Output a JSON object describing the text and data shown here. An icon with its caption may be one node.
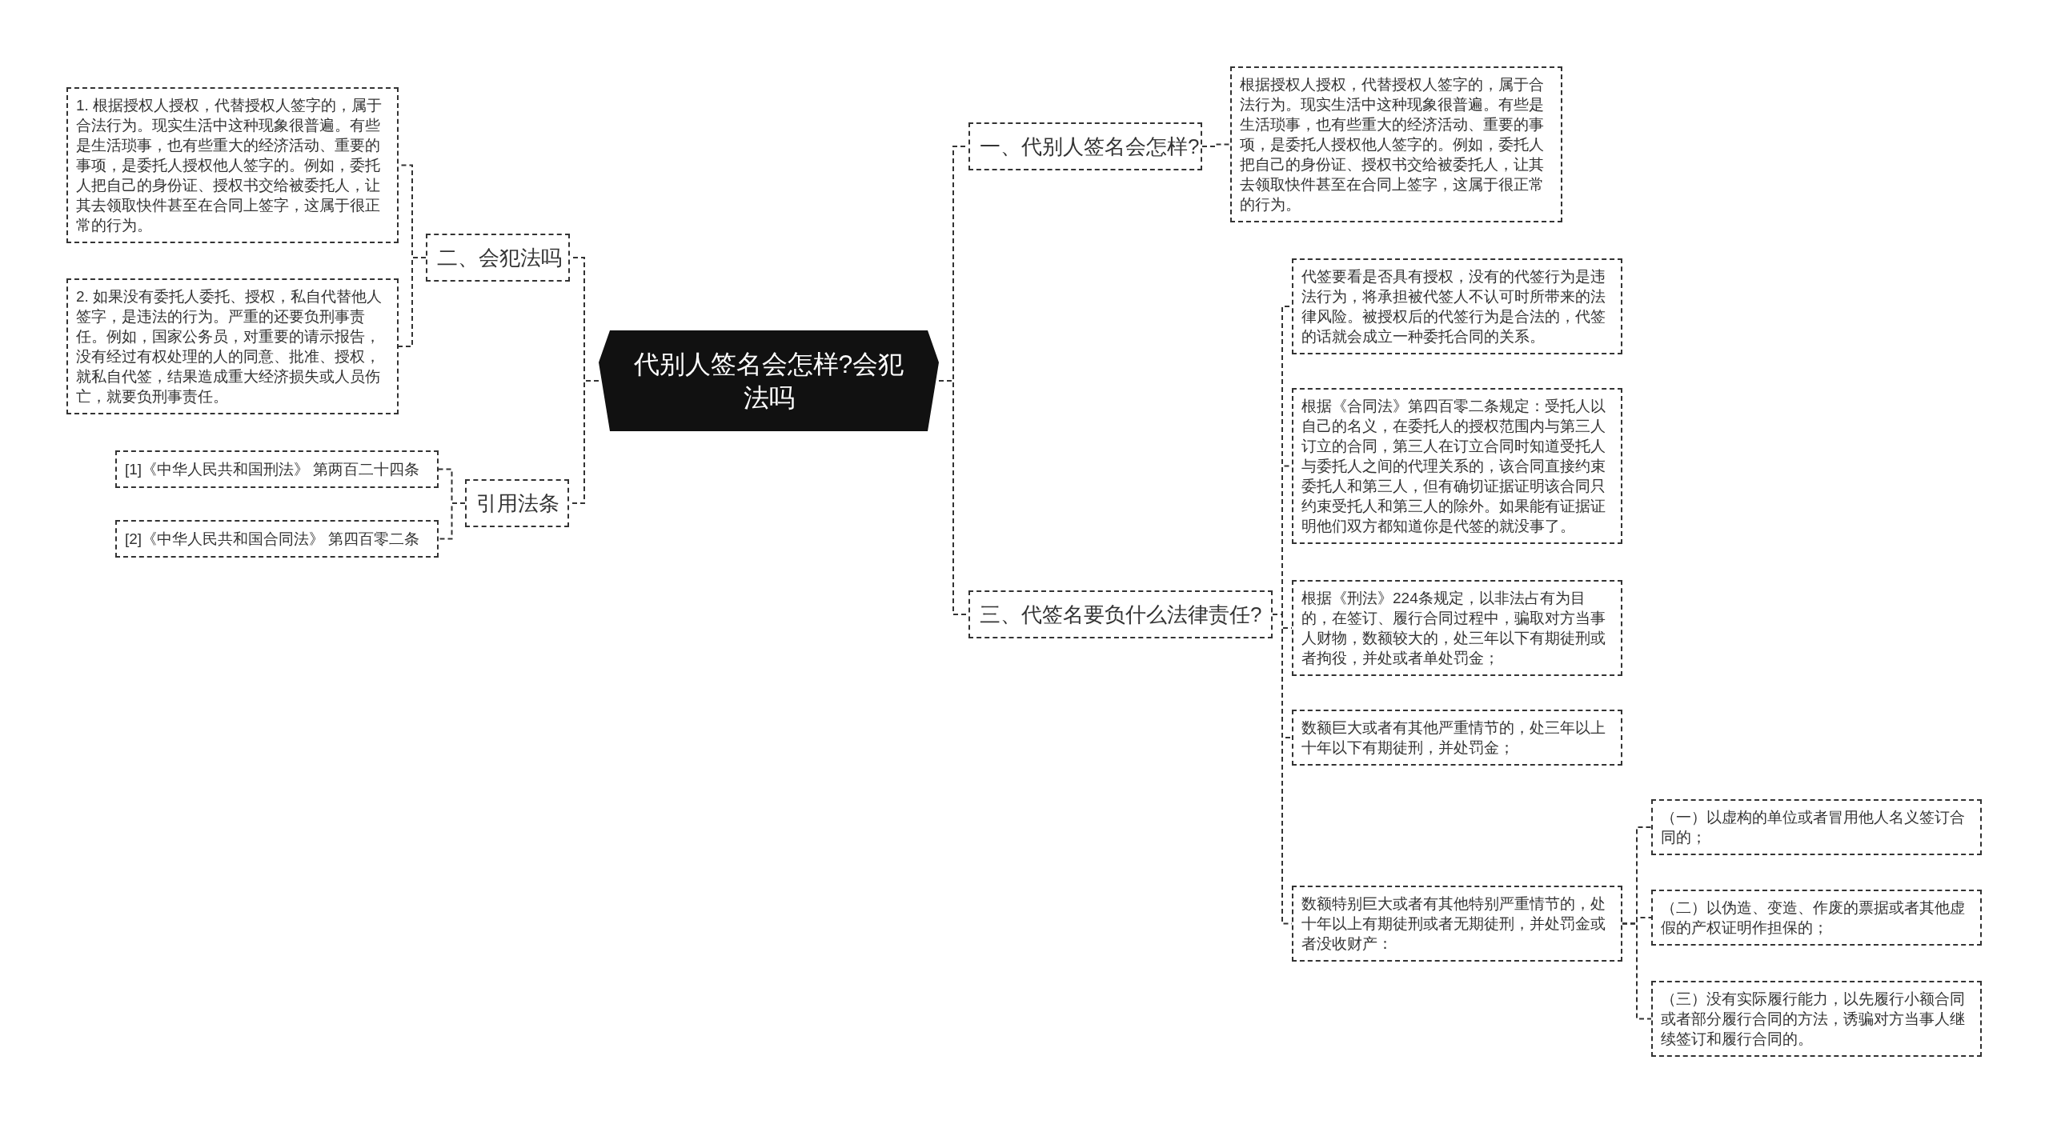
{
  "diagram": {
    "nodes": [
      {
        "text": [
          "代别人签名会怎样?会犯法吗"
        ]
      },
      {
        "text": [
          "一、代别人签名会怎样?"
        ]
      },
      {
        "text": [
          "根据授权人授权，代替授权人签字的，属于合法行为。现实生活中这种现象很普遍。有些是生活琐事，也有些重大的经济活动、重要的事项，是委托人授权他人签字的。例如，委托人把自己的身份证、授权书交给被委托人，让其去领取快件甚至在合同上签字，这属于很正常的行为。"
        ]
      },
      {
        "text": [
          "三、代签名要负什么法律责任?"
        ]
      },
      {
        "text": [
          "代签要看是否具有授权，没有的代签行为是违法行为，将承担被代签人不认可时所带来的法律风险。被授权后的代签行为是合法的，代签的话就会成立一种委托合同的关系。"
        ]
      },
      {
        "text": [
          "根据《合同法》第四百零二条规定：受托人以自己的名义，在委托人的授权范围内与第三人订立的合同，第三人在订立合同时知道受托人与委托人之间的代理关系的，该合同直接约束委托人和第三人，但有确切证据证明该合同只约束受托人和第三人的除外。如果能有证据证明他们双方都知道你是代签的就没事了。"
        ]
      },
      {
        "text": [
          "根据《刑法》224条规定，以非法占有为目的，在签订、履行合同过程中，骗取对方当事人财物，数额较大的，处三年以下有期徒刑或者拘役，并处或者单处罚金；"
        ]
      },
      {
        "text": [
          "数额巨大或者有其他严重情节的，处三年以上十年以下有期徒刑，并处罚金；"
        ]
      },
      {
        "text": [
          "数额特别巨大或者有其他特别严重情节的，处十年以上有期徒刑或者无期徒刑，并处罚金或者没收财产："
        ]
      },
      {
        "text": [
          "（一）以虚构的单位或者冒用他人名义签订合同的；"
        ]
      },
      {
        "text": [
          "（二）以伪造、变造、作废的票据或者其他虚假的产权证明作担保的；"
        ]
      },
      {
        "text": [
          "（三）没有实际履行能力，以先履行小额合同或者部分履行合同的方法，诱骗对方当事人继续签订和履行合同的。"
        ]
      },
      {
        "text": [
          "二、会犯法吗"
        ]
      },
      {
        "text": [
          "1. 根据授权人授权，代替授权人签字的，属于合法行为。现实生活中这种现象很普遍。有些是生活琐事，也有些重大的经济活动、重要的事项，是委托人授权他人签字的。例如，委托人把自己的身份证、授权书交给被委托人，让其去领取快件甚至在合同上签字，这属于很正常的行为。"
        ]
      },
      {
        "text": [
          "2. 如果没有委托人委托、授权，私自代替他人签字，是违法的行为。严重的还要负刑事责任。例如，国家公务员，对重要的请示报告，没有经过有权处理的人的同意、批准、授权，就私自代签，结果造成重大经济损失或人员伤亡，就要负刑事责任。"
        ]
      },
      {
        "text": [
          "引用法条"
        ]
      },
      {
        "text": [
          "[1]《中华人民共和国刑法》 第两百二十四条"
        ]
      },
      {
        "text": [
          "[2]《中华人民共和国合同法》 第四百零二条"
        ]
      }
    ],
    "edges": [
      {
        "from": 0,
        "to": 1,
        "arrow": "none"
      },
      {
        "from": 1,
        "to": 2,
        "arrow": "none"
      },
      {
        "from": 0,
        "to": 3,
        "arrow": "none"
      },
      {
        "from": 3,
        "to": 4,
        "arrow": "none"
      },
      {
        "from": 3,
        "to": 5,
        "arrow": "none"
      },
      {
        "from": 3,
        "to": 6,
        "arrow": "none"
      },
      {
        "from": 3,
        "to": 7,
        "arrow": "none"
      },
      {
        "from": 3,
        "to": 8,
        "arrow": "none"
      },
      {
        "from": 8,
        "to": 9,
        "arrow": "none"
      },
      {
        "from": 8,
        "to": 10,
        "arrow": "none"
      },
      {
        "from": 8,
        "to": 11,
        "arrow": "none"
      },
      {
        "from": 0,
        "to": 12,
        "arrow": "none"
      },
      {
        "from": 12,
        "to": 13,
        "arrow": "none"
      },
      {
        "from": 12,
        "to": 14,
        "arrow": "none"
      },
      {
        "from": 0,
        "to": 15,
        "arrow": "none"
      },
      {
        "from": 15,
        "to": 16,
        "arrow": "none"
      },
      {
        "from": 15,
        "to": 17,
        "arrow": "none"
      }
    ]
  }
}
